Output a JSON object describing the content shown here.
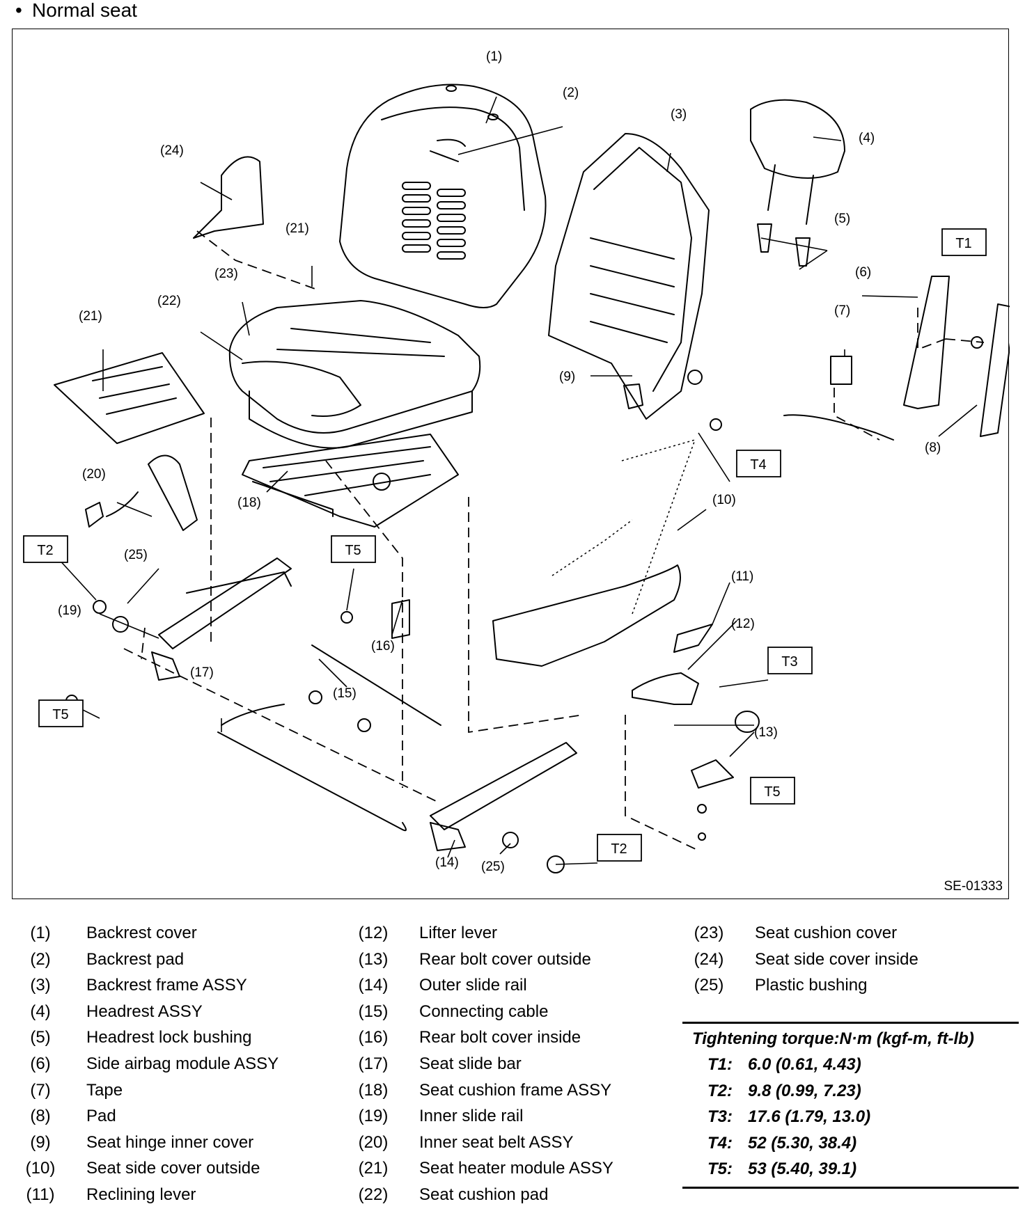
{
  "heading": {
    "bullet": "•",
    "text": "Normal seat"
  },
  "diagram": {
    "code": "SE-01333",
    "callouts": [
      "(1)",
      "(2)",
      "(3)",
      "(4)",
      "(5)",
      "(6)",
      "(7)",
      "(8)",
      "(9)",
      "(10)",
      "(11)",
      "(12)",
      "(13)",
      "(14)",
      "(15)",
      "(16)",
      "(17)",
      "(18)",
      "(19)",
      "(20)",
      "(21)",
      "(21)",
      "(22)",
      "(23)",
      "(24)",
      "(25)",
      "(25)"
    ],
    "torque_boxes": [
      "T1",
      "T2",
      "T2",
      "T3",
      "T4",
      "T5",
      "T5",
      "T5"
    ]
  },
  "legend": {
    "col1": [
      {
        "num": "(1)",
        "name": "Backrest cover"
      },
      {
        "num": "(2)",
        "name": "Backrest pad"
      },
      {
        "num": "(3)",
        "name": "Backrest frame ASSY"
      },
      {
        "num": "(4)",
        "name": "Headrest ASSY"
      },
      {
        "num": "(5)",
        "name": "Headrest lock bushing"
      },
      {
        "num": "(6)",
        "name": "Side airbag module ASSY"
      },
      {
        "num": "(7)",
        "name": "Tape"
      },
      {
        "num": "(8)",
        "name": "Pad"
      },
      {
        "num": "(9)",
        "name": "Seat hinge inner cover"
      },
      {
        "num": "(10)",
        "name": "Seat side cover outside"
      },
      {
        "num": "(11)",
        "name": "Reclining lever"
      }
    ],
    "col2": [
      {
        "num": "(12)",
        "name": "Lifter lever"
      },
      {
        "num": "(13)",
        "name": "Rear bolt cover outside"
      },
      {
        "num": "(14)",
        "name": "Outer slide rail"
      },
      {
        "num": "(15)",
        "name": "Connecting cable"
      },
      {
        "num": "(16)",
        "name": "Rear bolt cover inside"
      },
      {
        "num": "(17)",
        "name": "Seat slide bar"
      },
      {
        "num": "(18)",
        "name": "Seat cushion frame ASSY"
      },
      {
        "num": "(19)",
        "name": "Inner slide rail"
      },
      {
        "num": "(20)",
        "name": "Inner seat belt ASSY"
      },
      {
        "num": "(21)",
        "name": "Seat heater module ASSY"
      },
      {
        "num": "(22)",
        "name": "Seat cushion pad"
      }
    ],
    "col3": [
      {
        "num": "(23)",
        "name": "Seat cushion cover"
      },
      {
        "num": "(24)",
        "name": "Seat side cover inside"
      },
      {
        "num": "(25)",
        "name": "Plastic bushing"
      }
    ]
  },
  "torque": {
    "title": "Tightening torque:N·m (kgf-m, ft-lb)",
    "rows": [
      {
        "key": "T1:",
        "value": "6.0 (0.61, 4.43)"
      },
      {
        "key": "T2:",
        "value": "9.8 (0.99, 7.23)"
      },
      {
        "key": "T3:",
        "value": "17.6 (1.79, 13.0)"
      },
      {
        "key": "T4:",
        "value": "52 (5.30, 38.4)"
      },
      {
        "key": "T5:",
        "value": "53 (5.40, 39.1)"
      }
    ]
  }
}
